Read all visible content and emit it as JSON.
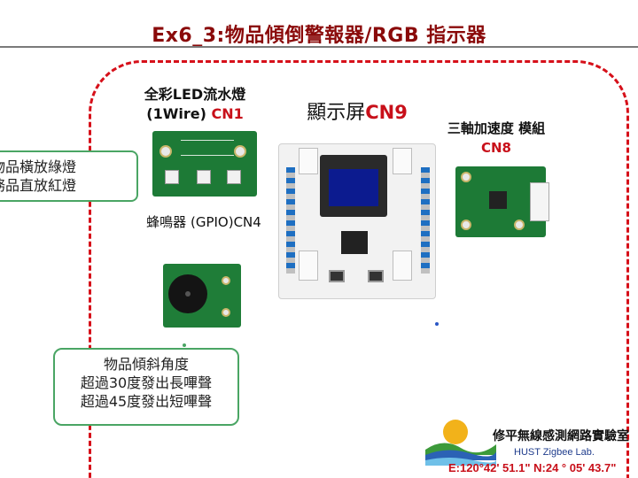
{
  "title": "Ex6_3:物品傾倒警報器/RGB 指示器",
  "labels": {
    "led_line1": "全彩LED流水燈",
    "led_line2_prefix": "(1Wire) ",
    "led_line2_accent": "CN1",
    "oled_prefix": "顯示屏",
    "oled_accent": "CN9",
    "accel_line1": "三軸加速度",
    "accel_line2_prefix": "模組",
    "accel_line2_accent": "CN8",
    "buzzer_line1": "蜂鳴器",
    "buzzer_line2": "(GPIO)CN4"
  },
  "callouts": {
    "status_line1": "物品橫放綠燈",
    "status_line2": "務品直放紅燈",
    "tilt_line1": "物品傾斜角度",
    "tilt_line2": "超過30度發出長嗶聲",
    "tilt_line3": "超過45度發出短嗶聲"
  },
  "lab": {
    "name": "修平無線感測網路實驗室",
    "english": "HUST Zigbee Lab.",
    "coordinates": "E:120°42' 51.1\"  N:24 ° 05' 43.7\""
  },
  "colors": {
    "title": "#8a0a0a",
    "accent": "#c8101a",
    "dashed_frame": "#d6101a",
    "callout_border": "#4aa564",
    "pcb_green": "#1d7a36"
  },
  "icons": {
    "led_board": "pcb-led-board",
    "oled_board": "pcb-oled-mainboard",
    "accel_board": "pcb-accelerometer",
    "buzzer_board": "pcb-buzzer",
    "lab_logo": "sun-over-hills-logo"
  }
}
